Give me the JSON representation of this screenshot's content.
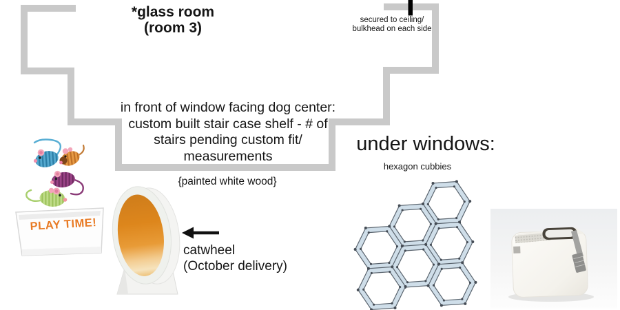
{
  "annotations": {
    "room": {
      "line1": "*glass room",
      "line2": "(room 3)"
    },
    "ceiling": {
      "line1": "secured to ceiling/",
      "line2": "bulkhead on each side"
    },
    "stairs": {
      "line1": "in front of window facing dog center:",
      "line2": "custom built stair case shelf - # of",
      "line3": "stairs pending custom fit/",
      "line4": "measurements"
    },
    "material": "{painted white wood}",
    "under_windows": {
      "heading": "under windows:",
      "sub": "hexagon cubbies"
    },
    "catwheel": {
      "line1": "catwheel",
      "line2": "(October delivery)"
    },
    "play_box": {
      "text": "PLAY TIME!"
    }
  },
  "colors": {
    "wall_gray": "#c9c9c9",
    "mount_tick_black": "#000000",
    "text_black": "#151515",
    "play_orange": "#e87a24",
    "wheel_orange": "#dd861c",
    "hex_panel_blue": "#cfdee9",
    "hex_edge": "#5a646e",
    "hex_connector": "#454c55",
    "arrow_black": "#111111"
  },
  "figures": {
    "mice": "toy-mice-illustration",
    "play_box": "play-time-box-illustration",
    "wheel": "cat-wheel-illustration",
    "arrow": "left-arrow-icon",
    "shelf": "hexagon-shelf-illustration",
    "litter": "litter-box-illustration"
  }
}
